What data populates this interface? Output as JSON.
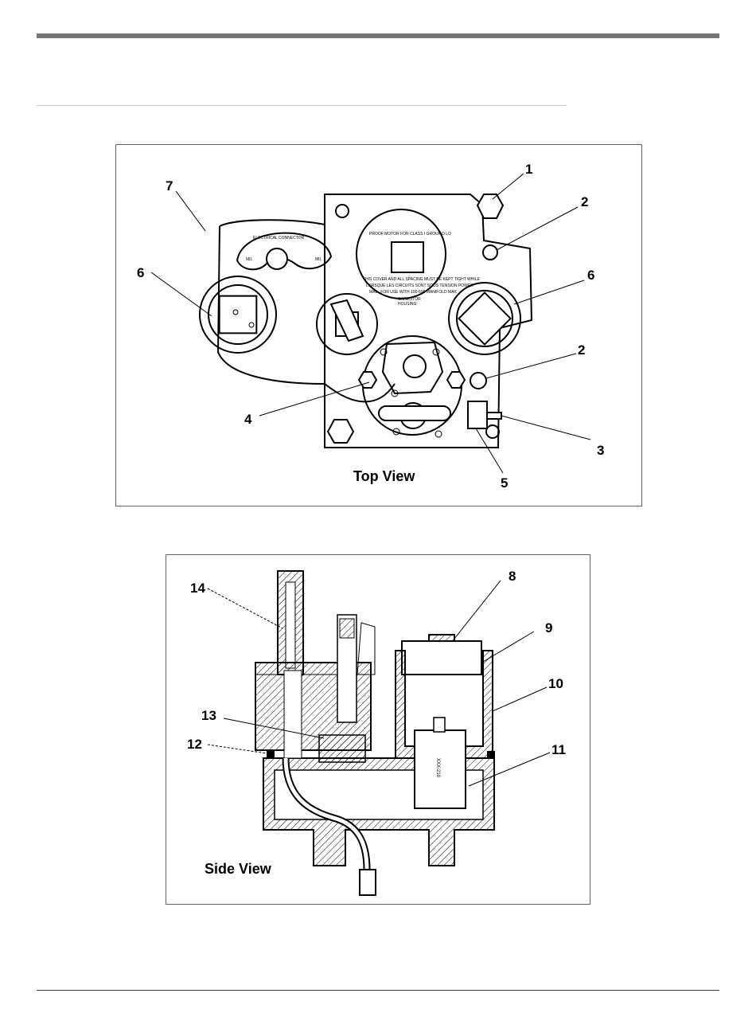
{
  "top_view": {
    "caption": "Top View",
    "callouts": [
      "1",
      "2",
      "6",
      "2",
      "3",
      "5",
      "4",
      "6",
      "7"
    ],
    "nameplate": {
      "ring_text": "ELECTRICAL CONNECTOR",
      "left_label": "MIL",
      "right_label": "MIL"
    },
    "cover_text": {
      "line1": "PROOF MOTOR FOR CLASS I GROUP D LO",
      "line2": "THIS COVER AND ALL SPACING MUST BE KEPT TIGHT WHILE",
      "line3": "LORSQUE LES CIRCUITS SONT SOUS TENSION POWER",
      "line4": "MAL : FOR USE WITH 100-600 MANIFOLD MAX",
      "line5": "CAPACITOR",
      "line6": "HOUSING"
    }
  },
  "side_view": {
    "caption": "Side View",
    "callouts": [
      "8",
      "9",
      "10",
      "11",
      "12",
      "13",
      "14"
    ],
    "coil_label": "XXX-210"
  }
}
